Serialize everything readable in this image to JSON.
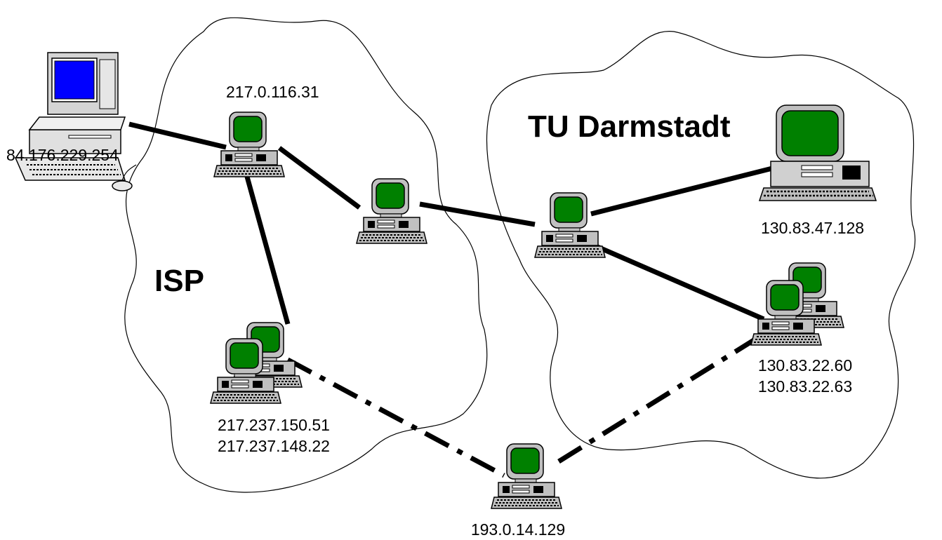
{
  "regions": {
    "isp": "ISP",
    "tud": "TU Darmstadt"
  },
  "labels": {
    "client": "84.176.229.254",
    "isp_gateway": "217.0.116.31",
    "isp_servers_1": "217.237.150.51",
    "isp_servers_2": "217.237.148.22",
    "exchange": "193.0.14.129",
    "tud_server": "130.83.47.128",
    "tud_servers_1": "130.83.22.60",
    "tud_servers_2": "130.83.22.63"
  },
  "colors": {
    "screen": "#008000",
    "client_screen": "#0000ff",
    "case": "#c0c0c0",
    "outline": "#000000"
  },
  "icons": {
    "client": "desktop-computer-icon",
    "node": "workstation-icon",
    "server_pair": "server-pair-icon",
    "tower": "tower-computer-icon"
  }
}
